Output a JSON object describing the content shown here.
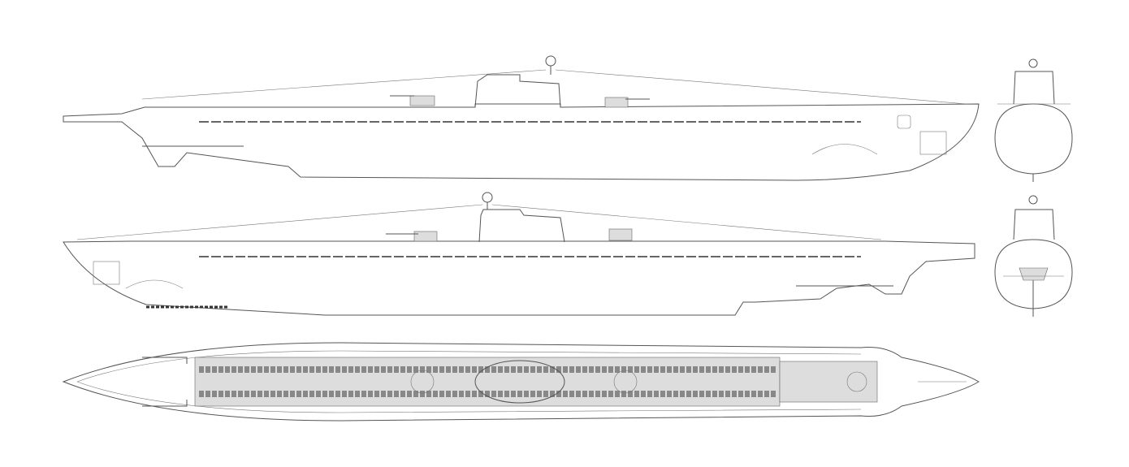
{
  "drawing": {
    "views": [
      "side-starboard",
      "side-port",
      "top-deck",
      "front",
      "rear"
    ],
    "colors": {
      "background": "#ffffff",
      "line": "#555555",
      "detail": "#444444"
    }
  }
}
